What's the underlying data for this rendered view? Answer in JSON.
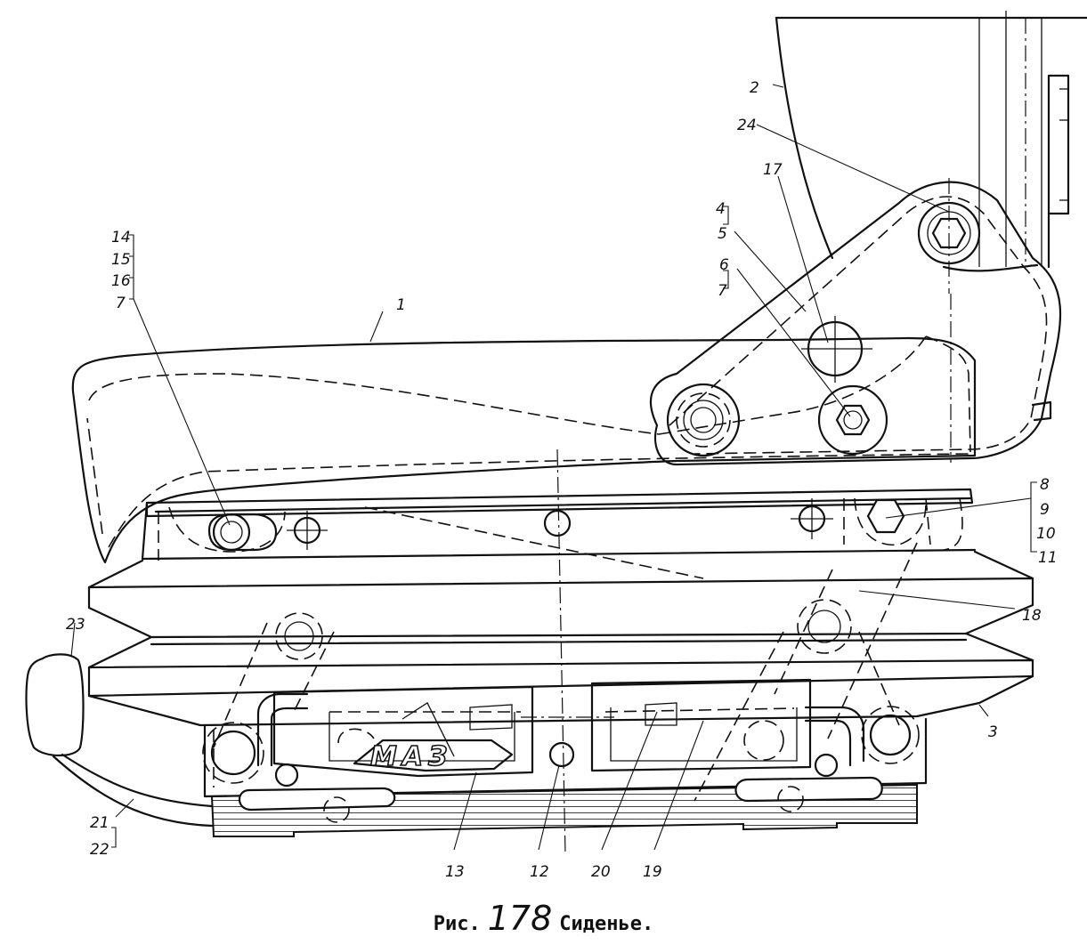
{
  "caption": {
    "prefix": "Рис.",
    "number": "178",
    "title": "Сиденье."
  },
  "callouts": {
    "c1": "1",
    "c2": "2",
    "c3": "3",
    "c4": "4",
    "c5": "5",
    "c6": "6",
    "c7a": "7",
    "c7b": "7",
    "c8": "8",
    "c9": "9",
    "c10": "10",
    "c11": "11",
    "c12": "12",
    "c13": "13",
    "c14": "14",
    "c15": "15",
    "c16": "16",
    "c17": "17",
    "c18": "18",
    "c19": "19",
    "c20": "20",
    "c21": "21",
    "c22": "22",
    "c23": "23",
    "c24": "24"
  },
  "logo_text": "МАЗ"
}
